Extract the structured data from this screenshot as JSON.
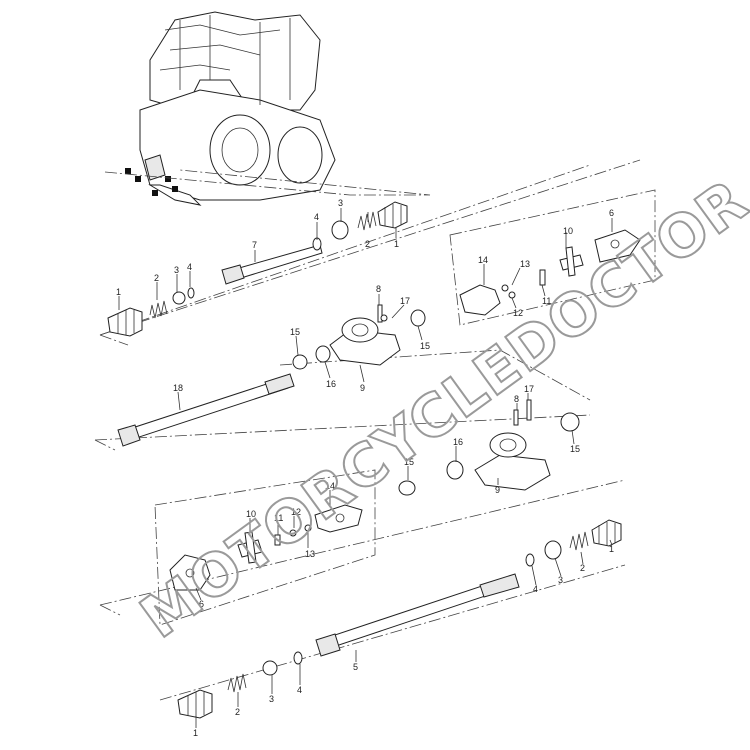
{
  "watermark": {
    "text": "MOTORCYCLEDOCTOR",
    "color": "#9a9a9a"
  },
  "callouts": {
    "top_group": [
      "4",
      "3",
      "2",
      "1",
      "7",
      "2",
      "3",
      "4",
      "1"
    ],
    "yoke_group_top": [
      "6",
      "10",
      "14",
      "13",
      "11",
      "12",
      "8",
      "17",
      "9",
      "15"
    ],
    "middle": [
      "15",
      "16",
      "18",
      "9",
      "8",
      "17",
      "16",
      "15",
      "15"
    ],
    "yoke_group_bottom": [
      "14",
      "10",
      "11",
      "12",
      "13",
      "6"
    ],
    "bottom": [
      "4",
      "3",
      "2",
      "1",
      "5",
      "1",
      "2",
      "3",
      "4"
    ]
  }
}
